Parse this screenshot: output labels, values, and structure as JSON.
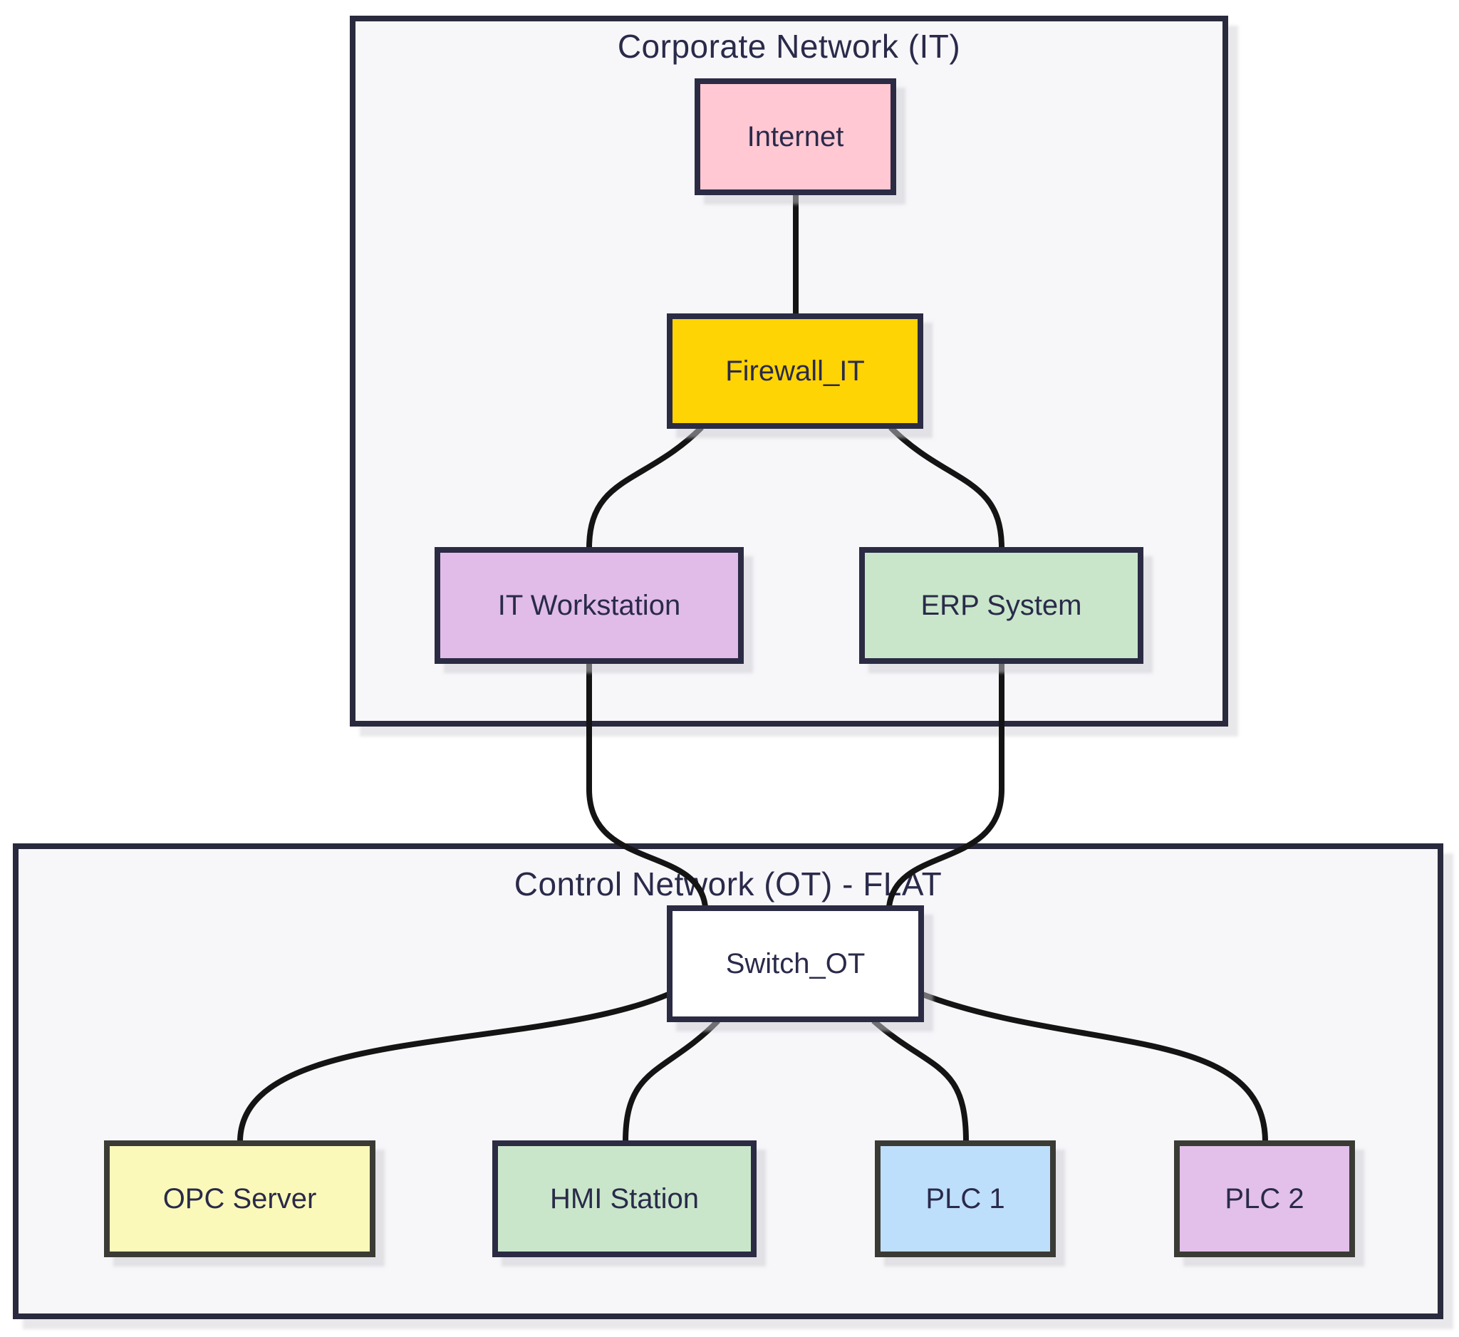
{
  "diagram": {
    "type": "network-topology",
    "background": "#ffffff",
    "edge_color": "#141414",
    "text_color": "#2a2a4a",
    "containers": {
      "it": {
        "label": "Corporate Network (IT)",
        "fill": "#f7f7fa",
        "border": "#2a2a3e"
      },
      "ot": {
        "label": "Control Network (OT) - FLAT",
        "fill": "#f7f7fa",
        "border": "#2a2a3e"
      }
    },
    "nodes": {
      "internet": {
        "label": "Internet",
        "fill": "#ffc8d2",
        "border": "#2b2b44"
      },
      "firewall_it": {
        "label": "Firewall_IT",
        "fill": "#ffd404",
        "border": "#2b2b44"
      },
      "it_workstation": {
        "label": "IT Workstation",
        "fill": "#e1bce9",
        "border": "#2b2b44"
      },
      "erp_system": {
        "label": "ERP System",
        "fill": "#c9e6ca",
        "border": "#2b2b44"
      },
      "switch_ot": {
        "label": "Switch_OT",
        "fill": "#ffffff",
        "border": "#2b2b44"
      },
      "opc_server": {
        "label": "OPC Server",
        "fill": "#fbf9b9",
        "border": "#3b3b35"
      },
      "hmi_station": {
        "label": "HMI Station",
        "fill": "#c9e6ca",
        "border": "#2b2b44"
      },
      "plc1": {
        "label": "PLC 1",
        "fill": "#bedffb",
        "border": "#3b3b35"
      },
      "plc2": {
        "label": "PLC 2",
        "fill": "#e3c0ea",
        "border": "#3b3b35"
      }
    },
    "edges": [
      {
        "from": "Internet",
        "to": "Firewall_IT"
      },
      {
        "from": "Firewall_IT",
        "to": "IT Workstation"
      },
      {
        "from": "Firewall_IT",
        "to": "ERP System"
      },
      {
        "from": "IT Workstation",
        "to": "Switch_OT"
      },
      {
        "from": "ERP System",
        "to": "Switch_OT"
      },
      {
        "from": "Switch_OT",
        "to": "OPC Server"
      },
      {
        "from": "Switch_OT",
        "to": "HMI Station"
      },
      {
        "from": "Switch_OT",
        "to": "PLC 1"
      },
      {
        "from": "Switch_OT",
        "to": "PLC 2"
      }
    ]
  }
}
